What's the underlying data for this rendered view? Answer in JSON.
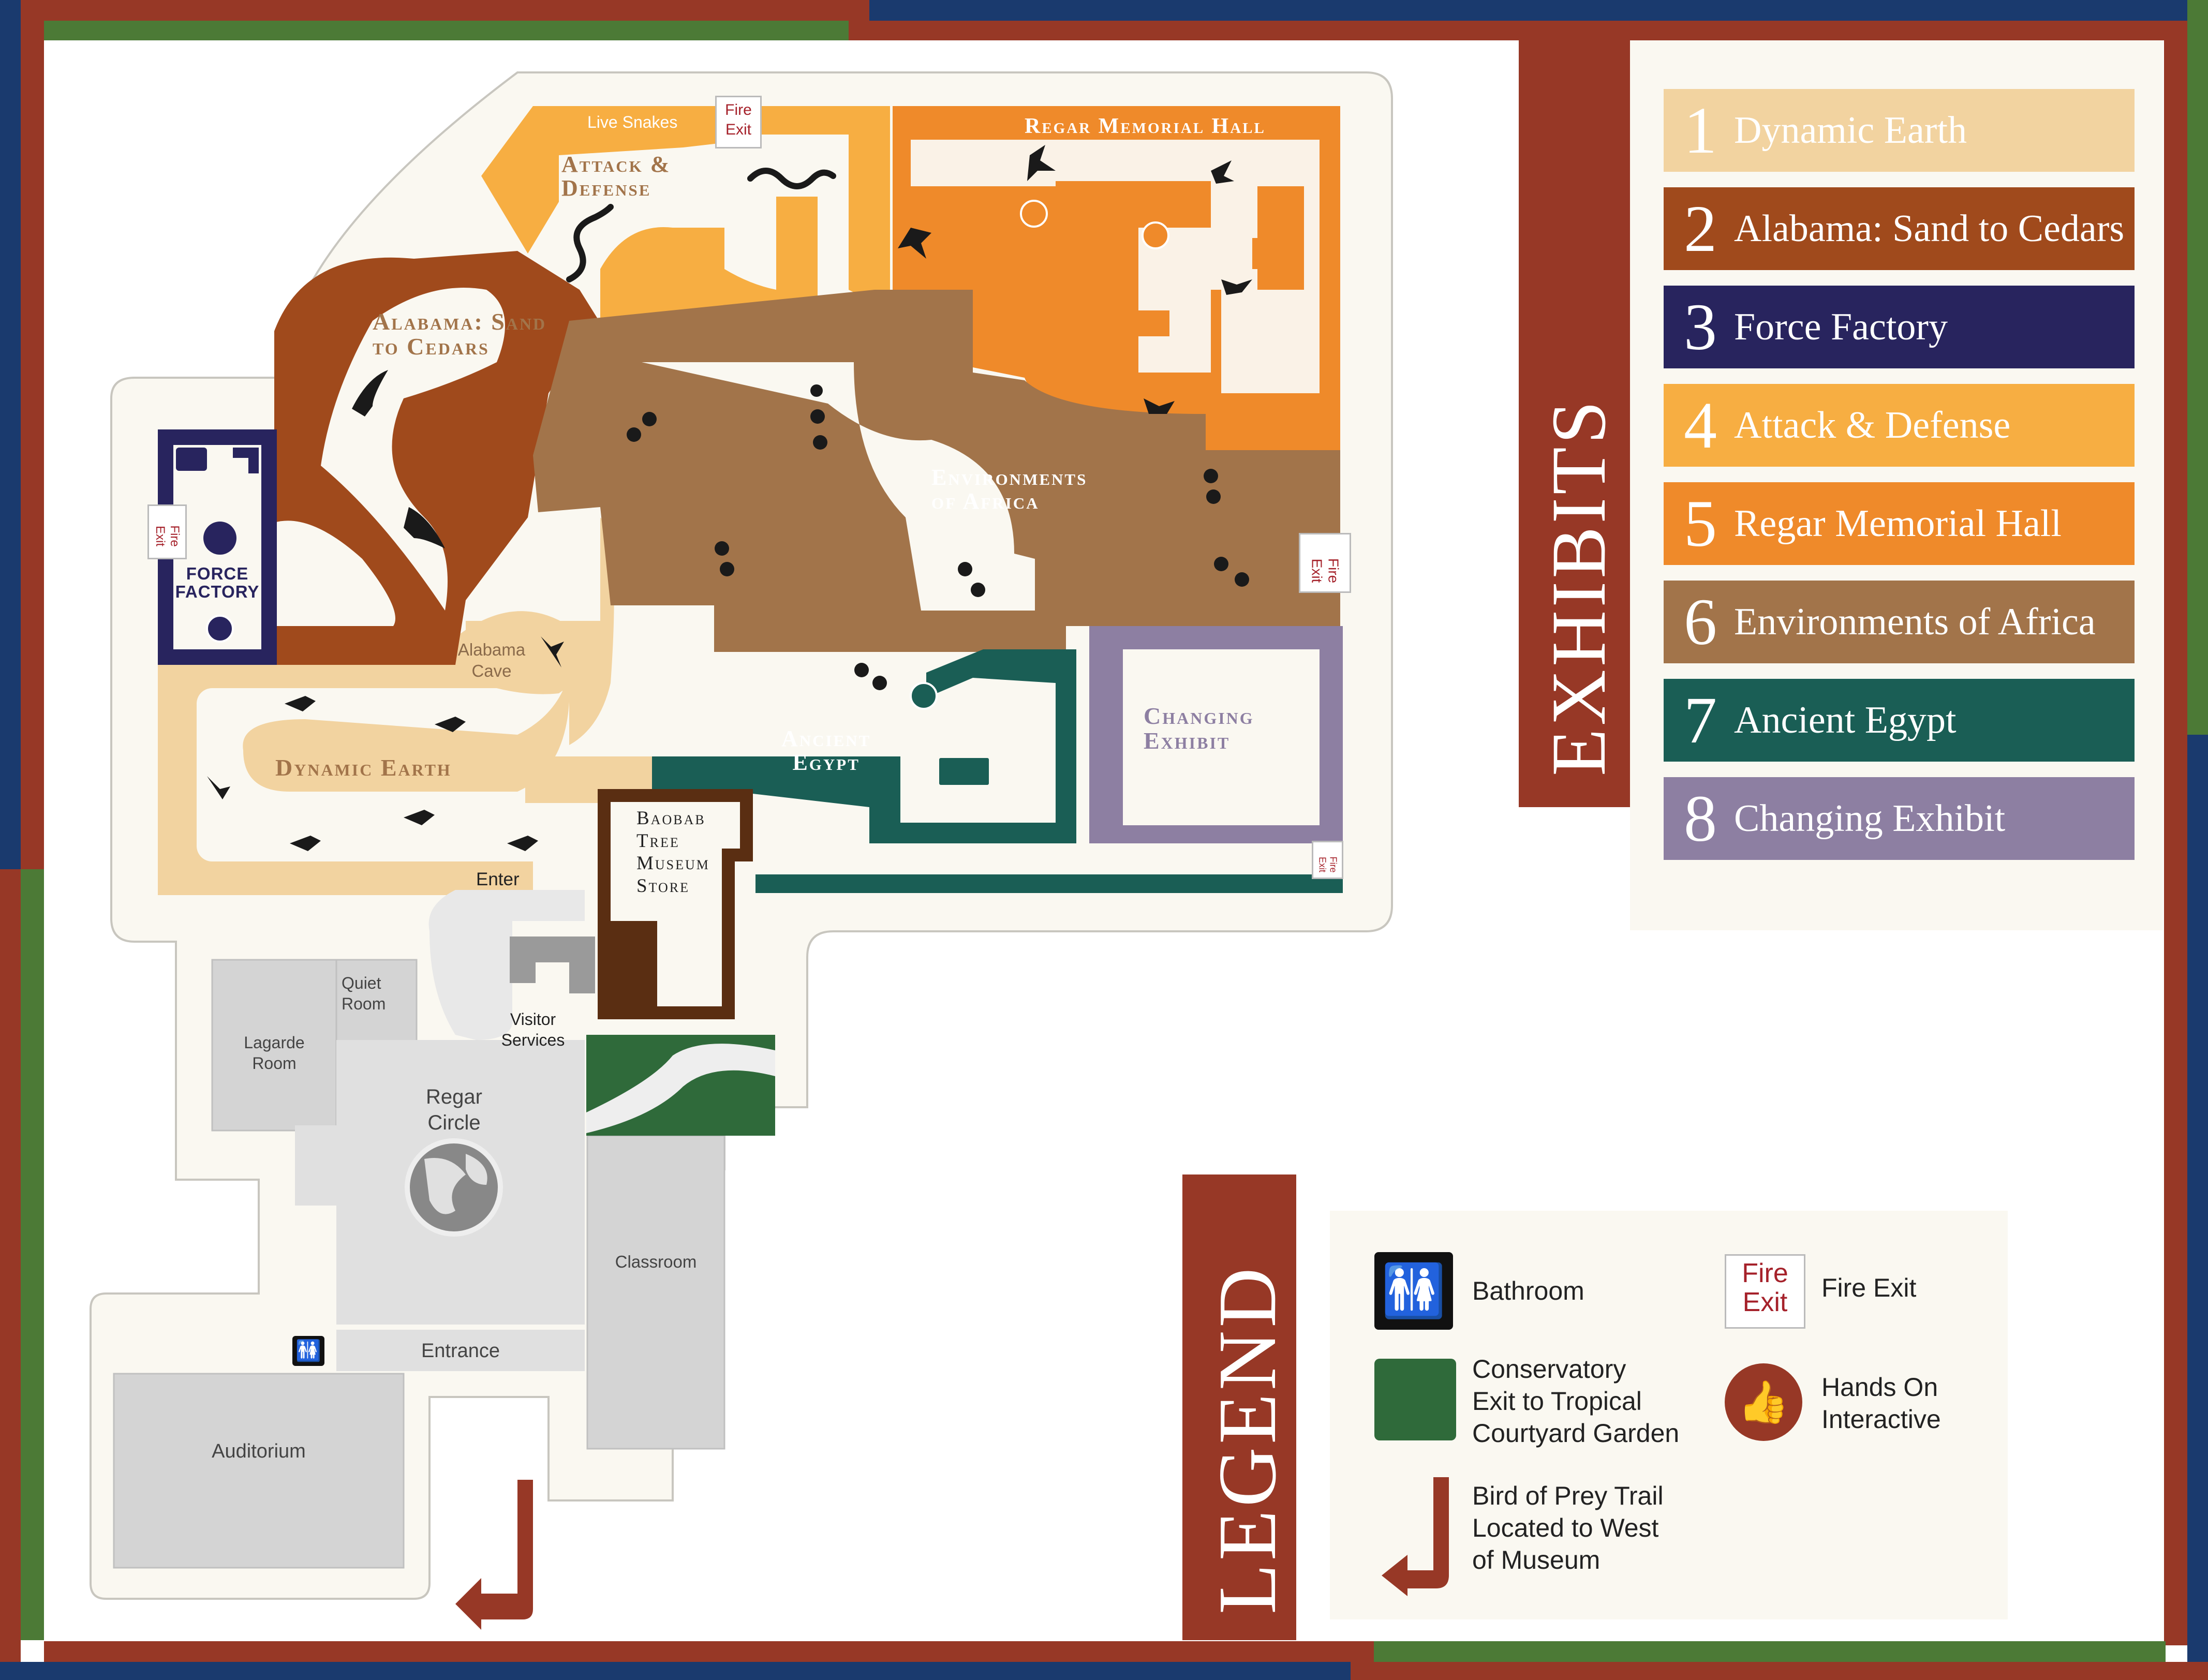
{
  "colors": {
    "rust": "#973826",
    "navy": "#1a3a6e",
    "green": "#4c7a36",
    "dynamic_earth": "#f2d3a0",
    "alabama": "#a04a1c",
    "force_factory": "#2a2a5a",
    "attack_defense": "#f7ae42",
    "regar_hall": "#ef8a2a",
    "africa": "#a2744a",
    "egypt": "#1a5e55",
    "changing": "#8d7fa2",
    "baobab": "#5a2e12",
    "gray_room": "#d4d4d4",
    "floor": "#faf8f1"
  },
  "exhibits": {
    "title": "EXHIBITS",
    "items": [
      {
        "number": "1",
        "name": "Dynamic Earth",
        "color": "#f2d3a0"
      },
      {
        "number": "2",
        "name": "Alabama: Sand to Cedars",
        "color": "#a04a1c"
      },
      {
        "number": "3",
        "name": "Force Factory",
        "color": "#28245e"
      },
      {
        "number": "4",
        "name": "Attack & Defense",
        "color": "#f7ae42"
      },
      {
        "number": "5",
        "name": "Regar Memorial Hall",
        "color": "#ef8a2a"
      },
      {
        "number": "6",
        "name": "Environments of Africa",
        "color": "#a2744a"
      },
      {
        "number": "7",
        "name": "Ancient Egypt",
        "color": "#1a5e55"
      },
      {
        "number": "8",
        "name": "Changing Exhibit",
        "color": "#8d7fa2"
      }
    ]
  },
  "legend": {
    "title": "LEGEND",
    "bathroom": "Bathroom",
    "fire_exit": "Fire Exit",
    "fire_badge_line1": "Fire",
    "fire_badge_line2": "Exit",
    "conservatory": [
      "Conservatory",
      "Exit to Tropical",
      "Courtyard Garden"
    ],
    "hands_on": [
      "Hands On",
      "Interactive"
    ],
    "bird_trail": [
      "Bird of Prey Trail",
      "Located to West",
      "of Museum"
    ]
  },
  "map": {
    "exhibit_labels": {
      "attack_defense": [
        "Attack &",
        "Defense"
      ],
      "regar_hall": "Regar Memorial Hall",
      "alabama": [
        "Alabama: Sand",
        "to Cedars"
      ],
      "africa": [
        "Environments",
        "of Africa"
      ],
      "force_factory": [
        "FORCE",
        "FACTORY"
      ],
      "dynamic_earth": "Dynamic Earth",
      "egypt": [
        "Ancient",
        "Egypt"
      ],
      "changing": [
        "Changing",
        "Exhibit"
      ],
      "baobab": [
        "Baobab",
        "Tree",
        "Museum",
        "Store"
      ]
    },
    "rooms": {
      "live_snakes": "Live Snakes",
      "alabama_cave": [
        "Alabama",
        "Cave"
      ],
      "enter": "Enter",
      "quiet_room": [
        "Quiet",
        "Room"
      ],
      "lagarde_room": [
        "Lagarde",
        "Room"
      ],
      "visitor_services": [
        "Visitor",
        "Services"
      ],
      "regar_circle": [
        "Regar",
        "Circle"
      ],
      "classroom": "Classroom",
      "entrance": "Entrance",
      "auditorium": "Auditorium"
    },
    "fire_exit_line1": "Fire",
    "fire_exit_line2": "Exit"
  }
}
